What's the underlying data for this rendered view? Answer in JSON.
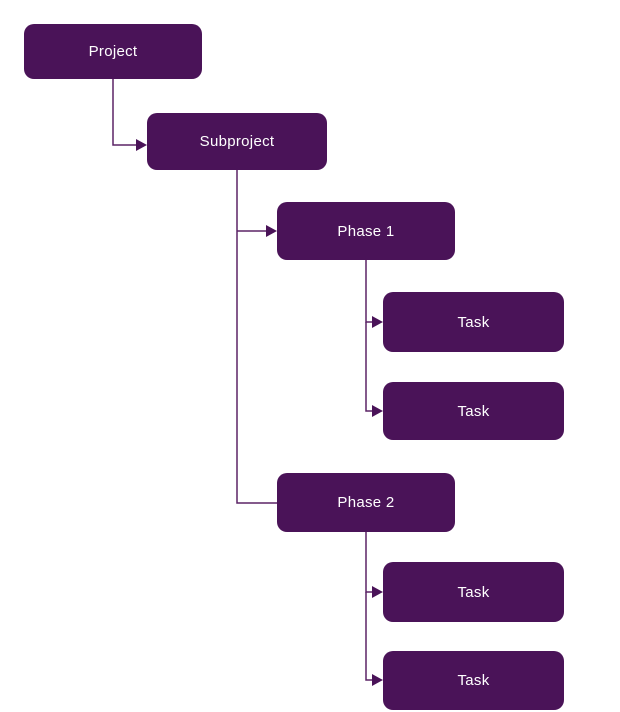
{
  "diagram": {
    "type": "tree",
    "colors": {
      "background": "#ffffff",
      "node_fill": "#4a1358",
      "connector": "#5b2366",
      "text": "#ffffff"
    },
    "nodes": [
      {
        "label": "Project",
        "level": 1
      },
      {
        "label": "Subproject",
        "level": 2
      },
      {
        "label": "Phase 1",
        "level": 3
      },
      {
        "label": "Task",
        "level": 4
      },
      {
        "label": "Task",
        "level": 4
      },
      {
        "label": "Phase 2",
        "level": 3
      },
      {
        "label": "Task",
        "level": 4
      },
      {
        "label": "Task",
        "level": 4
      }
    ],
    "edges": [
      {
        "from": "Project",
        "to": "Subproject",
        "arrowhead": true
      },
      {
        "from": "Subproject",
        "to": "Phase 1",
        "arrowhead": true
      },
      {
        "from": "Subproject",
        "to": "Phase 2",
        "arrowhead": false
      },
      {
        "from": "Phase 1",
        "to": "Task",
        "arrowhead": true
      },
      {
        "from": "Phase 1",
        "to": "Task",
        "arrowhead": true
      },
      {
        "from": "Phase 2",
        "to": "Task",
        "arrowhead": true
      },
      {
        "from": "Phase 2",
        "to": "Task",
        "arrowhead": true
      }
    ]
  }
}
